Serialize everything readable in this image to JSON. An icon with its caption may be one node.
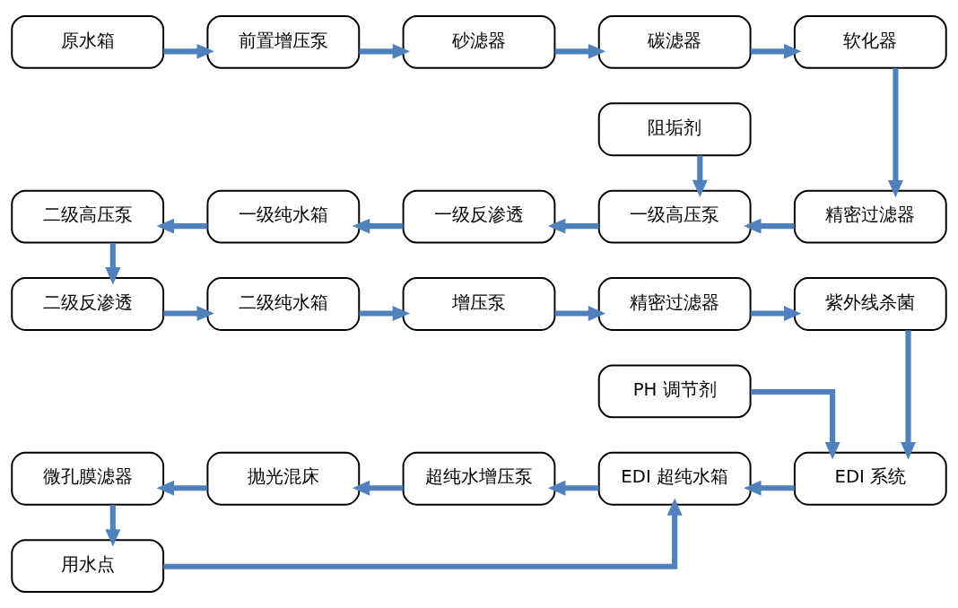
{
  "diagram": {
    "nodes": [
      {
        "text": [
          "原水箱"
        ]
      },
      {
        "text": [
          "前置增压泵"
        ]
      },
      {
        "text": [
          "砂滤器"
        ]
      },
      {
        "text": [
          "碳滤器"
        ]
      },
      {
        "text": [
          "软化器"
        ]
      },
      {
        "text": [
          "阻垢剂"
        ]
      },
      {
        "text": [
          "二级高压泵"
        ]
      },
      {
        "text": [
          "一级纯水箱"
        ]
      },
      {
        "text": [
          "一级反渗透"
        ]
      },
      {
        "text": [
          "一级高压泵"
        ]
      },
      {
        "text": [
          "精密过滤器"
        ]
      },
      {
        "text": [
          "二级反渗透"
        ]
      },
      {
        "text": [
          "二级纯水箱"
        ]
      },
      {
        "text": [
          "增压泵"
        ]
      },
      {
        "text": [
          "精密过滤器"
        ]
      },
      {
        "text": [
          "紫外线杀菌"
        ]
      },
      {
        "text": [
          "PH 调节剂"
        ]
      },
      {
        "text": [
          "微孔膜滤器"
        ]
      },
      {
        "text": [
          "抛光混床"
        ]
      },
      {
        "text": [
          "超纯水增压泵"
        ]
      },
      {
        "text": [
          "EDI 超纯水箱"
        ]
      },
      {
        "text": [
          "EDI 系统"
        ]
      },
      {
        "text": [
          "用水点"
        ]
      }
    ],
    "edges": [
      {
        "from": 0,
        "to": 1,
        "arrow": "to"
      },
      {
        "from": 1,
        "to": 2,
        "arrow": "to"
      },
      {
        "from": 2,
        "to": 3,
        "arrow": "to"
      },
      {
        "from": 3,
        "to": 4,
        "arrow": "to"
      },
      {
        "from": 4,
        "to": 10,
        "arrow": "to"
      },
      {
        "from": 10,
        "to": 9,
        "arrow": "to"
      },
      {
        "from": 5,
        "to": 9,
        "arrow": "to"
      },
      {
        "from": 9,
        "to": 8,
        "arrow": "to"
      },
      {
        "from": 8,
        "to": 7,
        "arrow": "to"
      },
      {
        "from": 7,
        "to": 6,
        "arrow": "to"
      },
      {
        "from": 6,
        "to": 11,
        "arrow": "to"
      },
      {
        "from": 11,
        "to": 12,
        "arrow": "to"
      },
      {
        "from": 12,
        "to": 13,
        "arrow": "to"
      },
      {
        "from": 13,
        "to": 14,
        "arrow": "to"
      },
      {
        "from": 14,
        "to": 15,
        "arrow": "to"
      },
      {
        "from": 15,
        "to": 21,
        "arrow": "to"
      },
      {
        "from": 16,
        "to": 21,
        "arrow": "to"
      },
      {
        "from": 21,
        "to": 20,
        "arrow": "to"
      },
      {
        "from": 20,
        "to": 19,
        "arrow": "to"
      },
      {
        "from": 19,
        "to": 18,
        "arrow": "to"
      },
      {
        "from": 18,
        "to": 17,
        "arrow": "to"
      },
      {
        "from": 17,
        "to": 22,
        "arrow": "to"
      },
      {
        "from": 22,
        "to": 20,
        "arrow": "to"
      }
    ]
  }
}
